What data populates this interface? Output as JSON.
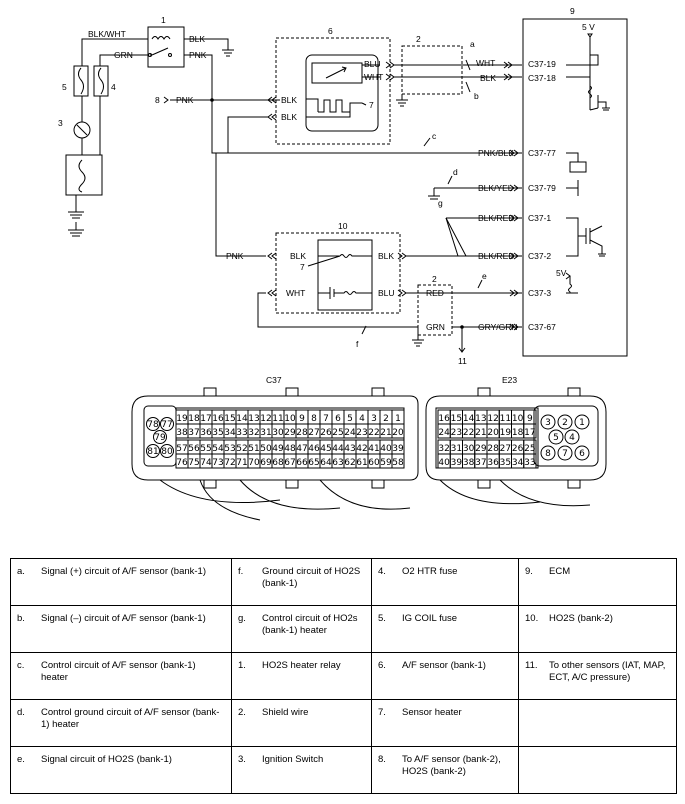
{
  "wires": {
    "blk_wht": "BLK/WHT",
    "grn": "GRN",
    "blk": "BLK",
    "pnk": "PNK",
    "blu": "BLU",
    "wht": "WHT",
    "pnk_blk": "PNK/BLK",
    "blk_yel": "BLK/YEL",
    "blk_red": "BLK/RED",
    "red": "RED",
    "gry_grn": "GRY/GRN"
  },
  "terminals": {
    "t19": "C37-19",
    "t18": "C37-18",
    "t77": "C37-77",
    "t79": "C37-79",
    "t1": "C37-1",
    "t2": "C37-2",
    "t3": "C37-3",
    "t67": "C37-67"
  },
  "voltage": {
    "v5": "5 V",
    "v5b": "5V"
  },
  "markers": {
    "n1": "1",
    "n2": "2",
    "n3": "3",
    "n4": "4",
    "n5": "5",
    "n6": "6",
    "n7": "7",
    "n8": "8",
    "n9": "9",
    "n10": "10",
    "n11": "11",
    "la": "a",
    "lb": "b",
    "lc": "c",
    "ld": "d",
    "le": "e",
    "lf": "f",
    "lg": "g"
  },
  "connectors": {
    "c37": {
      "name": "C37",
      "row1": [
        "19",
        "18",
        "17",
        "16",
        "15",
        "14",
        "13",
        "12",
        "11",
        "10",
        "9",
        "8",
        "7",
        "6",
        "5",
        "4",
        "3",
        "2",
        "1"
      ],
      "row2": [
        "38",
        "37",
        "36",
        "35",
        "34",
        "33",
        "32",
        "31",
        "30",
        "29",
        "28",
        "27",
        "26",
        "25",
        "24",
        "23",
        "22",
        "21",
        "20"
      ],
      "row3": [
        "57",
        "56",
        "55",
        "54",
        "53",
        "52",
        "51",
        "50",
        "49",
        "48",
        "47",
        "46",
        "45",
        "44",
        "43",
        "42",
        "41",
        "40",
        "39"
      ],
      "row4": [
        "76",
        "75",
        "74",
        "73",
        "72",
        "71",
        "70",
        "69",
        "68",
        "67",
        "66",
        "65",
        "64",
        "63",
        "62",
        "61",
        "60",
        "59",
        "58"
      ],
      "side": [
        "78",
        "77",
        "79",
        "81",
        "80"
      ]
    },
    "e23": {
      "name": "E23",
      "row1": [
        "16",
        "15",
        "14",
        "13",
        "12",
        "11",
        "10",
        "9"
      ],
      "row2": [
        "24",
        "23",
        "22",
        "21",
        "20",
        "19",
        "18",
        "17"
      ],
      "row3": [
        "32",
        "31",
        "30",
        "29",
        "28",
        "27",
        "26",
        "25"
      ],
      "row4": [
        "40",
        "39",
        "38",
        "37",
        "36",
        "35",
        "34",
        "33"
      ],
      "side": [
        "3",
        "2",
        "1",
        "5",
        "4",
        "8",
        "7",
        "6"
      ]
    }
  },
  "legend": [
    [
      {
        "k": "a.",
        "v": "Signal (+) circuit of A/F sensor (bank-1)"
      },
      {
        "k": "f.",
        "v": "Ground circuit of HO2S (bank-1)"
      },
      {
        "k": "4.",
        "v": "O2 HTR fuse"
      },
      {
        "k": "9.",
        "v": "ECM"
      }
    ],
    [
      {
        "k": "b.",
        "v": "Signal (–) circuit of A/F sensor (bank-1)"
      },
      {
        "k": "g.",
        "v": "Control circuit of HO2s (bank-1) heater"
      },
      {
        "k": "5.",
        "v": "IG COIL fuse"
      },
      {
        "k": "10.",
        "v": "HO2S (bank-2)"
      }
    ],
    [
      {
        "k": "c.",
        "v": "Control circuit of A/F sensor (bank-1) heater"
      },
      {
        "k": "1.",
        "v": "HO2S heater relay"
      },
      {
        "k": "6.",
        "v": "A/F sensor (bank-1)"
      },
      {
        "k": "11.",
        "v": "To other sensors (IAT, MAP, ECT, A/C pressure)"
      }
    ],
    [
      {
        "k": "d.",
        "v": "Control ground circuit of A/F sensor (bank-1) heater"
      },
      {
        "k": "2.",
        "v": "Shield wire"
      },
      {
        "k": "7.",
        "v": "Sensor heater"
      },
      {
        "k": "",
        "v": ""
      }
    ],
    [
      {
        "k": "e.",
        "v": "Signal circuit of HO2S (bank-1)"
      },
      {
        "k": "3.",
        "v": "Ignition Switch"
      },
      {
        "k": "8.",
        "v": "To A/F sensor (bank-2), HO2S (bank-2)"
      },
      {
        "k": "",
        "v": ""
      }
    ]
  ]
}
